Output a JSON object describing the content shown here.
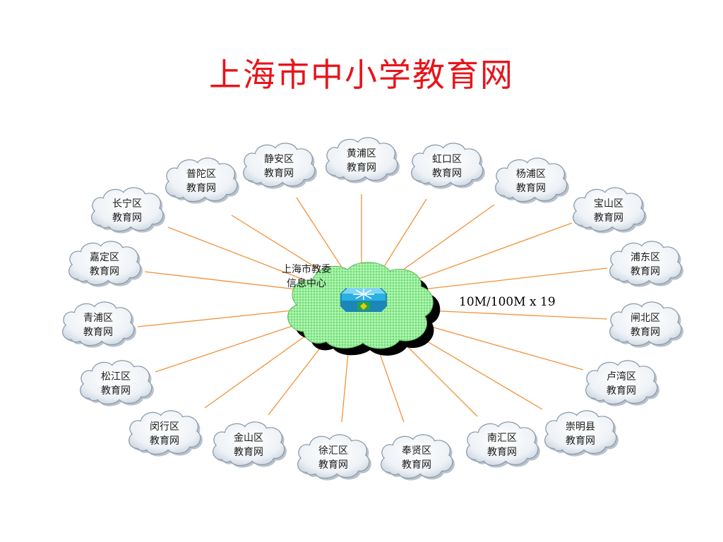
{
  "title": "上海市中小学教育网",
  "center": {
    "line1": "上海市教委",
    "line2": "信息中心"
  },
  "link_label": "10M/100M x 19",
  "nodes": [
    {
      "line1": "普陀区",
      "line2": "教育网"
    },
    {
      "line1": "静安区",
      "line2": "教育网"
    },
    {
      "line1": "黄浦区",
      "line2": "教育网"
    },
    {
      "line1": "虹口区",
      "line2": "教育网"
    },
    {
      "line1": "杨浦区",
      "line2": "教育网"
    },
    {
      "line1": "长宁区",
      "line2": "教育网"
    },
    {
      "line1": "宝山区",
      "line2": "教育网"
    },
    {
      "line1": "嘉定区",
      "line2": "教育网"
    },
    {
      "line1": "浦东区",
      "line2": "教育网"
    },
    {
      "line1": "青浦区",
      "line2": "教育网"
    },
    {
      "line1": "闸北区",
      "line2": "教育网"
    },
    {
      "line1": "松江区",
      "line2": "教育网"
    },
    {
      "line1": "卢湾区",
      "line2": "教育网"
    },
    {
      "line1": "闵行区",
      "line2": "教育网"
    },
    {
      "line1": "崇明县",
      "line2": "教育网"
    },
    {
      "line1": "金山区",
      "line2": "教育网"
    },
    {
      "line1": "南汇区",
      "line2": "教育网"
    },
    {
      "line1": "徐汇区",
      "line2": "教育网"
    },
    {
      "line1": "奉贤区",
      "line2": "教育网"
    }
  ],
  "colors": {
    "title": "#e8141b",
    "link": "#f0923a",
    "cloud_fill": "#eef2f6",
    "cloud_stroke": "#8a98a8",
    "center_cloud": "#8ee88e",
    "switch": "#2aa6d8"
  }
}
